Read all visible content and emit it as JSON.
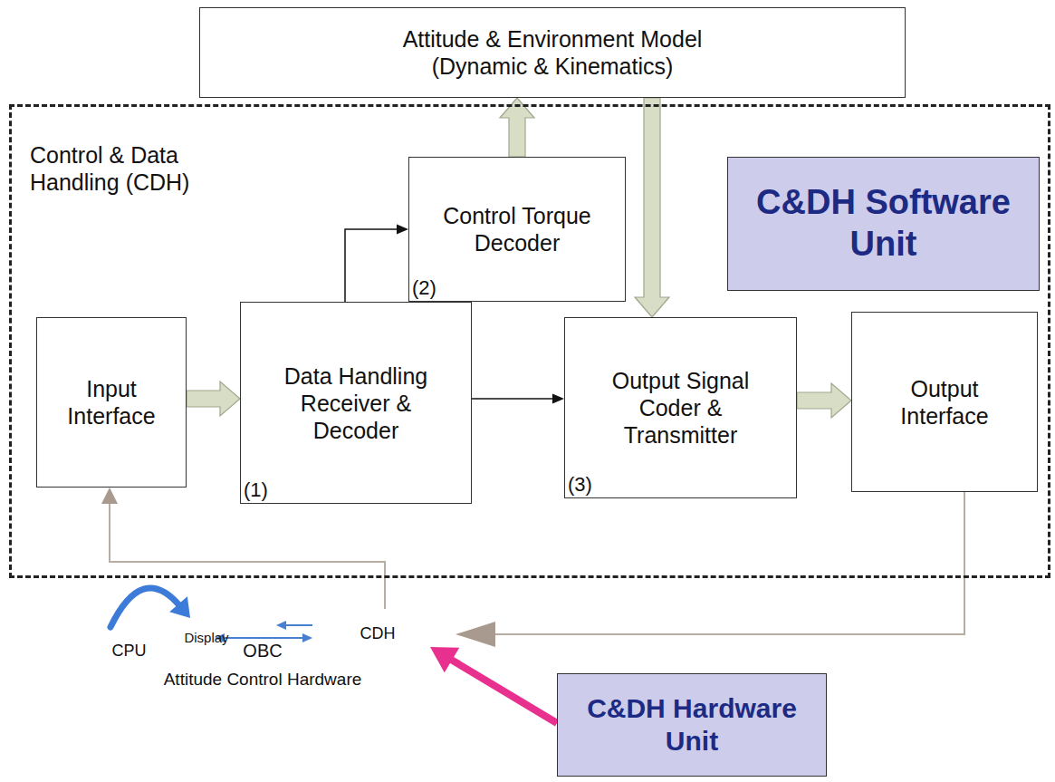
{
  "diagram": {
    "nodes": [
      {
        "text": [
          "Attitude & Environment Model (Dynamic & Kinematics)"
        ]
      },
      {
        "text": [
          "Control & Data Handling (CDH)"
        ]
      },
      {
        "text": [
          "C&DH Software Unit"
        ],
        "in": 1
      },
      {
        "text": [
          "Control Torque Decoder",
          "(2)"
        ],
        "in": 1
      },
      {
        "text": [
          "Input Interface"
        ],
        "in": 1
      },
      {
        "text": [
          "Data Handling Receiver & Decoder",
          "(1)"
        ],
        "in": 1
      },
      {
        "text": [
          "Output Signal Coder & Transmitter",
          "(3)"
        ],
        "in": 1
      },
      {
        "text": [
          "Output Interface"
        ],
        "in": 1
      },
      {
        "text": [
          "OBC",
          "Attitude Control Hardware"
        ]
      },
      {
        "text": [
          "Display"
        ],
        "in": 8
      },
      {
        "text": [
          "CPU"
        ],
        "in": 8
      },
      {
        "text": [
          "CDH"
        ],
        "in": 8
      },
      {
        "text": [
          "C&DH Hardware Unit"
        ]
      }
    ],
    "edges": [
      {
        "from": 4,
        "to": 5,
        "arrow": "to"
      },
      {
        "from": 5,
        "to": 3,
        "arrow": "to"
      },
      {
        "from": 3,
        "to": 0,
        "arrow": "to"
      },
      {
        "from": 0,
        "to": 6,
        "arrow": "to"
      },
      {
        "from": 5,
        "to": 6,
        "arrow": "to"
      },
      {
        "from": 6,
        "to": 7,
        "arrow": "to"
      },
      {
        "from": 7,
        "to": 11,
        "arrow": "to"
      },
      {
        "from": 11,
        "to": 4,
        "arrow": "to"
      },
      {
        "from": 10,
        "to": 11,
        "arrow": "both"
      },
      {
        "from": 11,
        "to": 9,
        "arrow": "to"
      },
      {
        "from": 10,
        "to": 9,
        "arrow": "to"
      },
      {
        "from": 12,
        "to": 11,
        "arrow": "to"
      }
    ]
  }
}
